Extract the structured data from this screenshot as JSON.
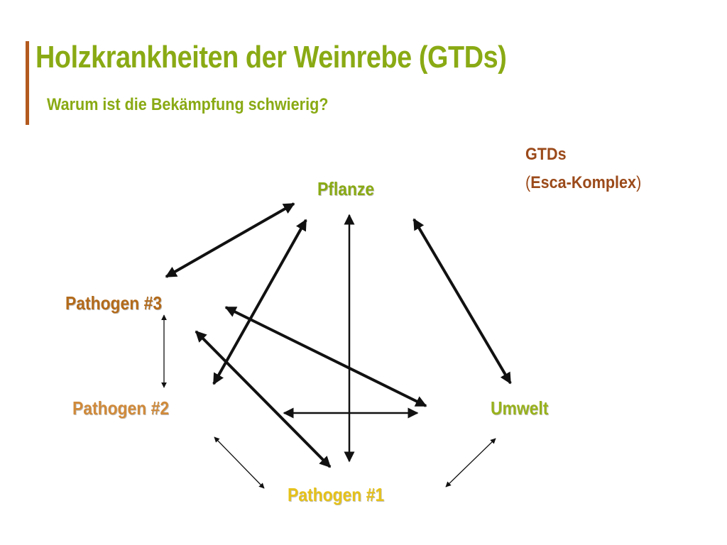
{
  "slide": {
    "title": "Holzkrankheiten der Weinrebe (GTDs)",
    "subtitle": "Warum ist die Bekämpfung schwierig?",
    "legend_line1": "GTDs",
    "legend_line2_open": "(",
    "legend_line2_text": "Esca-Komplex",
    "legend_line2_close": ")"
  },
  "nodes": {
    "pflanze": "Pflanze",
    "pathogen3": "Pathogen #3",
    "pathogen2": "Pathogen #2",
    "umwelt": "Umwelt",
    "pathogen1": "Pathogen #1"
  },
  "colors": {
    "title_green": "#8aaa14",
    "accent_brown": "#b35a1f",
    "legend_brown": "#9b4a1a",
    "pflanze": "#8aaa14",
    "pathogen3": "#b36a1a",
    "pathogen2": "#d08a3a",
    "umwelt": "#98b21c",
    "pathogen1": "#e6c21a",
    "arrow": "#111111"
  }
}
